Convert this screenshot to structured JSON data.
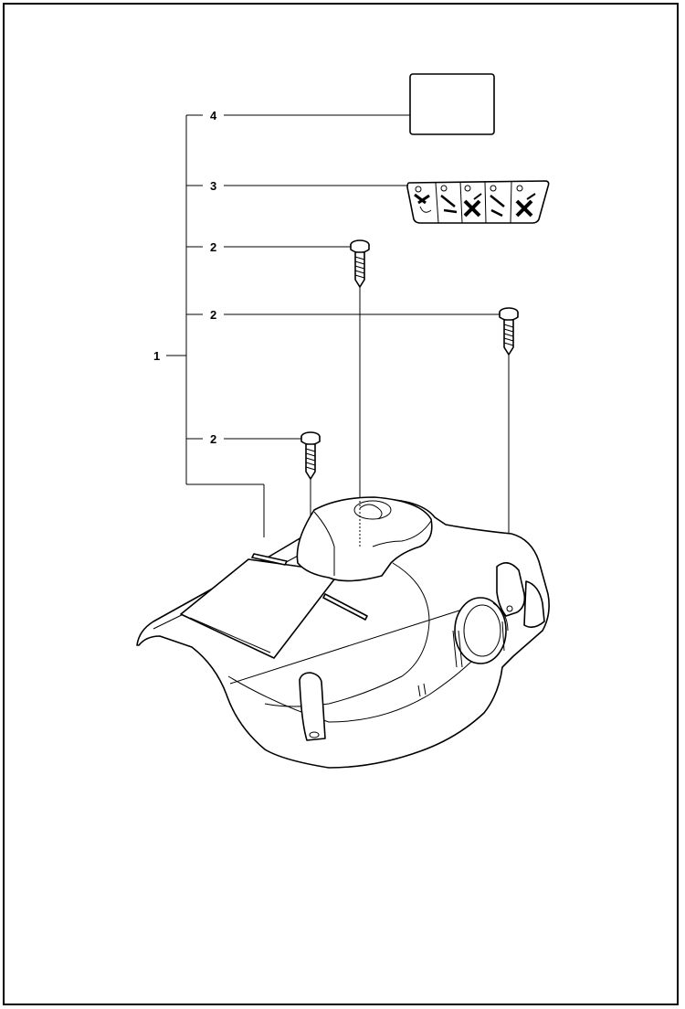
{
  "callouts": [
    {
      "id": "c1",
      "label": "1"
    },
    {
      "id": "c4",
      "label": "4"
    },
    {
      "id": "c3",
      "label": "3"
    },
    {
      "id": "c2a",
      "label": "2"
    },
    {
      "id": "c2b",
      "label": "2"
    },
    {
      "id": "c2c",
      "label": "2"
    }
  ],
  "icons": [
    "cylinder-cover-icon",
    "screw-icon",
    "blank-label-icon",
    "control-decal-icon"
  ]
}
